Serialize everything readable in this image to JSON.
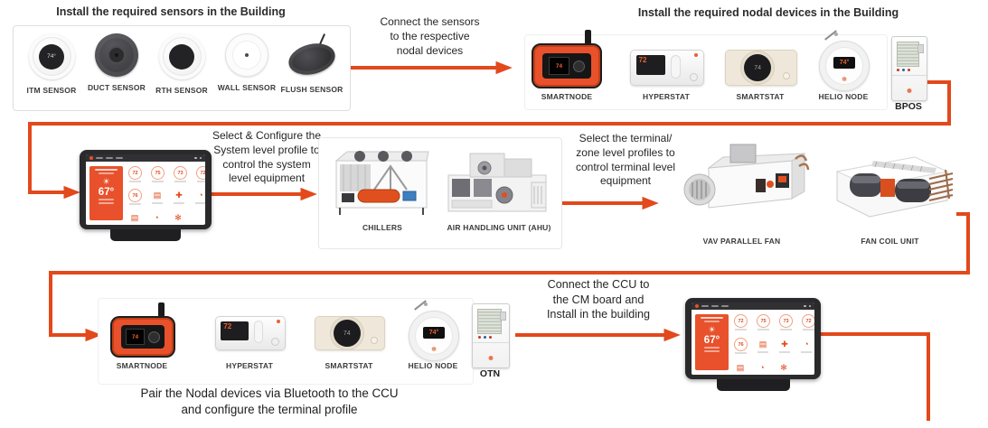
{
  "accent": "#E2491B",
  "titles": {
    "sensors": "Install the required sensors in the Building",
    "nodal": "Install the required nodal devices in the Building"
  },
  "captions": {
    "connect_sensors": "Connect the sensors\nto the  respective\nnodal devices",
    "select_system": "Select & Configure the\nSystem level profile to\ncontrol the system\nlevel equipment",
    "select_terminal": "Select the terminal/\nzone level profiles to\ncontrol terminal level\nequipment",
    "connect_ccu": "Connect the CCU to\nthe CM board and\nInstall in the building",
    "pair_nodal": "Pair the Nodal devices via Bluetooth to the CCU\nand configure the terminal profile"
  },
  "sensors": {
    "items": [
      "ITM SENSOR",
      "DUCT SENSOR",
      "RTH SENSOR",
      "WALL SENSOR",
      "FLUSH SENSOR"
    ]
  },
  "nodal_top": {
    "items": [
      "SMARTNODE",
      "HYPERSTAT",
      "SMARTSTAT",
      "HELIO NODE",
      "BPOS"
    ]
  },
  "nodal_bottom": {
    "items": [
      "SMARTNODE",
      "HYPERSTAT",
      "SMARTSTAT",
      "HELIO NODE",
      "OTN"
    ]
  },
  "equipment": {
    "chillers": "CHILLERS",
    "ahu": "AIR HANDLING UNIT (AHU)",
    "vav": "VAV PARALLEL FAN",
    "fcu": "FAN COIL UNIT"
  },
  "displays": {
    "itm_temp": "74°",
    "hyperstat_temp": "72",
    "smartstat_temp": "74",
    "helio_temp": "74°"
  },
  "ccu": {
    "temp": "67°",
    "circles": [
      "72",
      "75",
      "73",
      "72",
      "76"
    ]
  }
}
